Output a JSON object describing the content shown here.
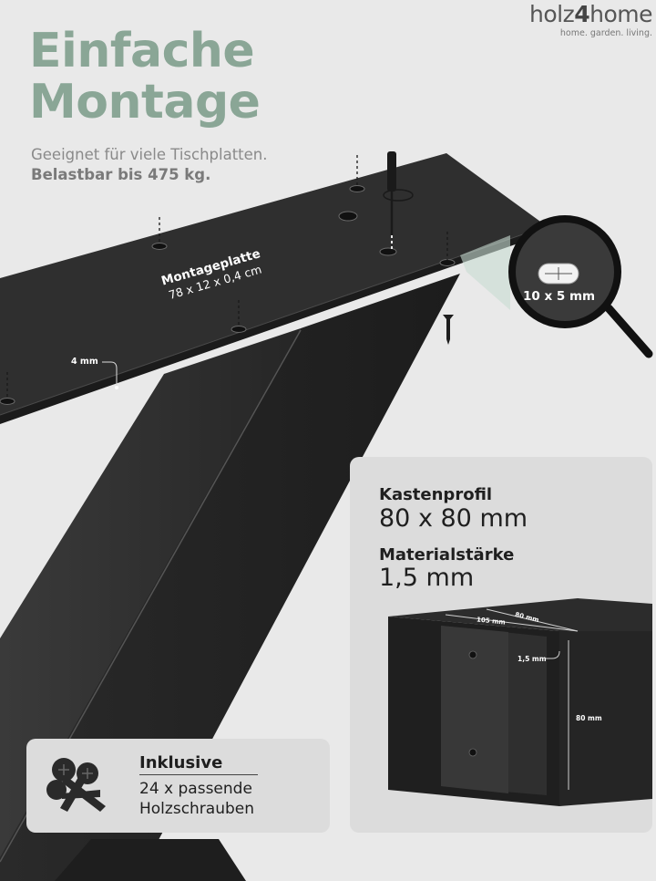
{
  "brand": {
    "name_prefix": "holz",
    "name_mid": "4",
    "name_suffix": "home",
    "tagline": "home. garden. living."
  },
  "headline": {
    "line1": "Einfache",
    "line2": "Montage"
  },
  "subline": {
    "text1": "Geeignet für viele Tischplatten.",
    "text2": "Belastbar bis 475 kg."
  },
  "plate": {
    "title": "Montageplatte",
    "dimensions": "78 x 12 x 0,4 cm",
    "thickness_label": "4 mm"
  },
  "magnifier": {
    "slot_label": "10 x 5 mm"
  },
  "profile": {
    "heading1": "Kastenprofil",
    "value1": "80 x 80 mm",
    "heading2": "Materialstärke",
    "value2": "1,5 mm",
    "dim_width": "105 mm",
    "dim_top": "80 mm",
    "dim_wall": "1,5 mm",
    "dim_height": "80 mm"
  },
  "included": {
    "heading": "Inklusive",
    "line1": "24 x passende",
    "line2": "Holzschrauben"
  },
  "colors": {
    "background": "#e9e9e9",
    "headline_green": "#8aa696",
    "steel": "#2b2b2b",
    "card": "#dcdcdc"
  }
}
